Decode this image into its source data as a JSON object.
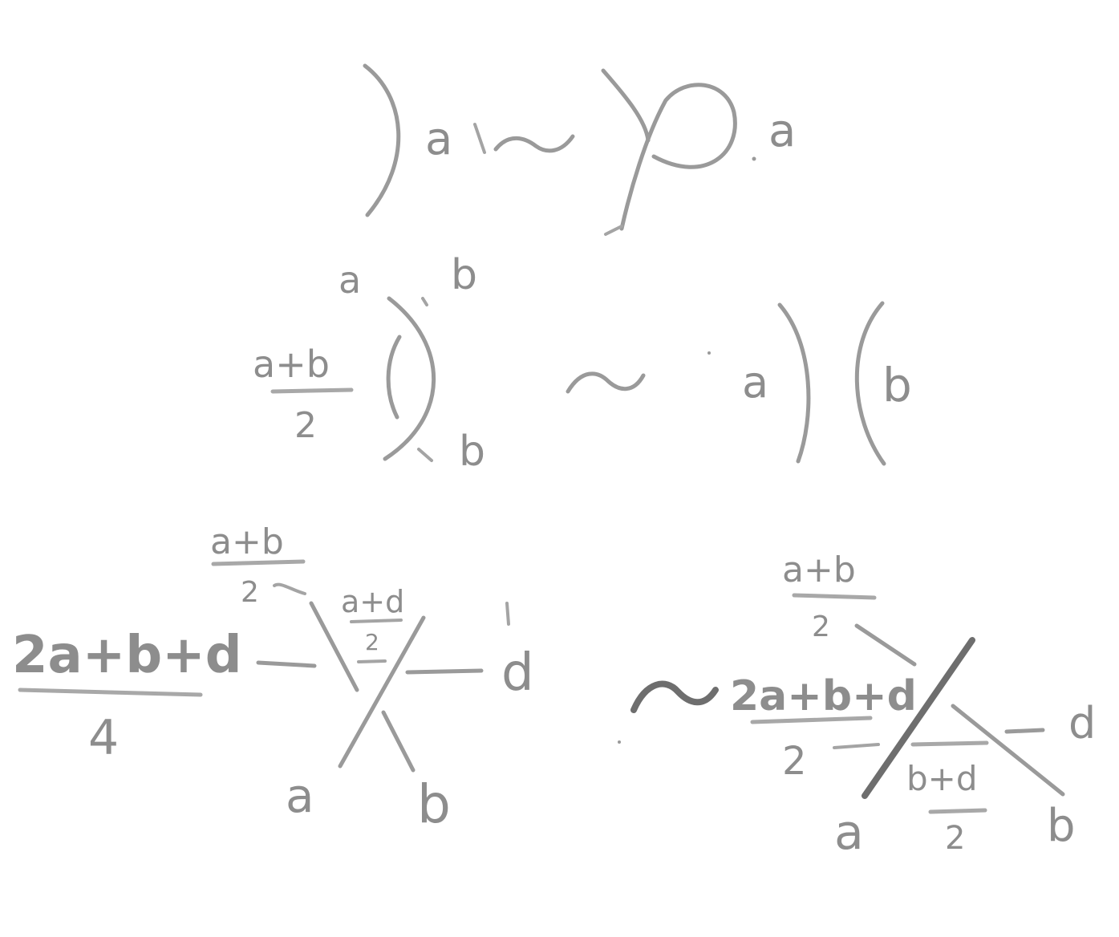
{
  "colors": {
    "paper": "#ffffff",
    "pencil": "#8d8d8d",
    "pencil_dark": "#6e6e6e"
  },
  "move1": {
    "left_label": "a",
    "right_label": "a"
  },
  "move2": {
    "top_left": "a",
    "top_right": "b",
    "avg_num": "a+b",
    "avg_den": "2",
    "bottom_right": "b",
    "equiv": "~",
    "right_a": "a",
    "right_b": "b"
  },
  "move3": {
    "top_num": "a+b",
    "top_den": "2",
    "inner_num": "a+d",
    "inner_den": "2",
    "left_num": "2a+b+d",
    "left_den": "4",
    "right_label": "d",
    "bottom_a": "a",
    "bottom_b": "b",
    "equiv": "~",
    "r_top_num": "a+b",
    "r_top_den": "2",
    "r_left_num": "2a+b+d",
    "r_left_den": "2",
    "r_right_label": "d",
    "r_bottom_a": "a",
    "r_inner_num": "b+d",
    "r_inner_den": "2",
    "r_bottom_b": "b"
  }
}
